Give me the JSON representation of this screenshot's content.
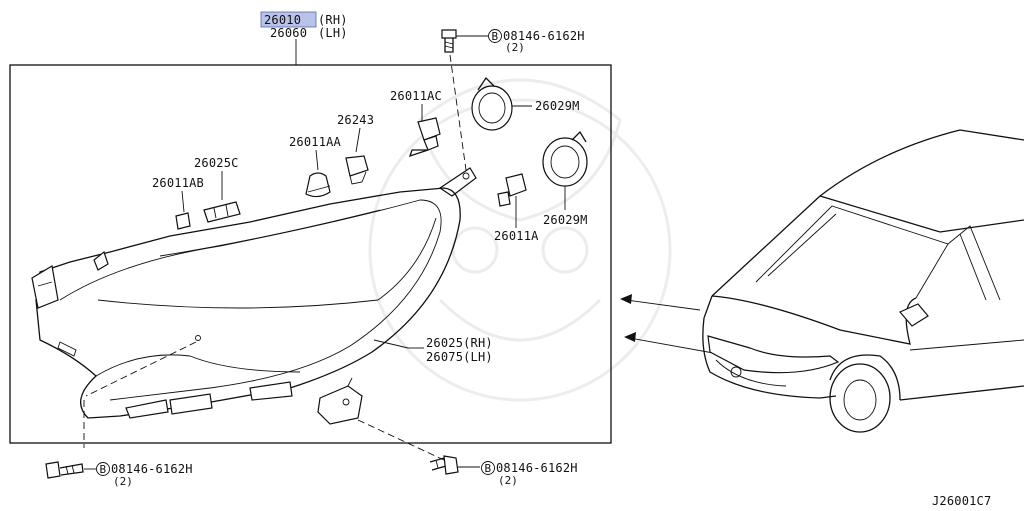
{
  "part_numbers": {
    "headlamp_main": {
      "rh": "26010",
      "rh_suffix": "(RH)",
      "lh": "26060",
      "lh_suffix": "(LH)"
    },
    "bolt_top": {
      "number": "08146-6162H",
      "qty": "(2)"
    },
    "bolt_bottom_left": {
      "number": "08146-6162H",
      "qty": "(2)"
    },
    "bolt_bottom_center": {
      "number": "08146-6162H",
      "qty": "(2)"
    },
    "bulb_ac": "26011AC",
    "cap_top": "26029M",
    "cap_lower": "26029M",
    "socket": "26243",
    "bulb_aa": "26011AA",
    "socket_c": "26025C",
    "bulb_ab": "26011AB",
    "bulb_a": "26011A",
    "housing": {
      "rh": "26025(RH)",
      "lh": "26075(LH)"
    }
  },
  "bolt_marker": "B",
  "diagram_code": "J26001C7",
  "colors": {
    "highlight": "#b9c2e8",
    "line": "#111111"
  }
}
